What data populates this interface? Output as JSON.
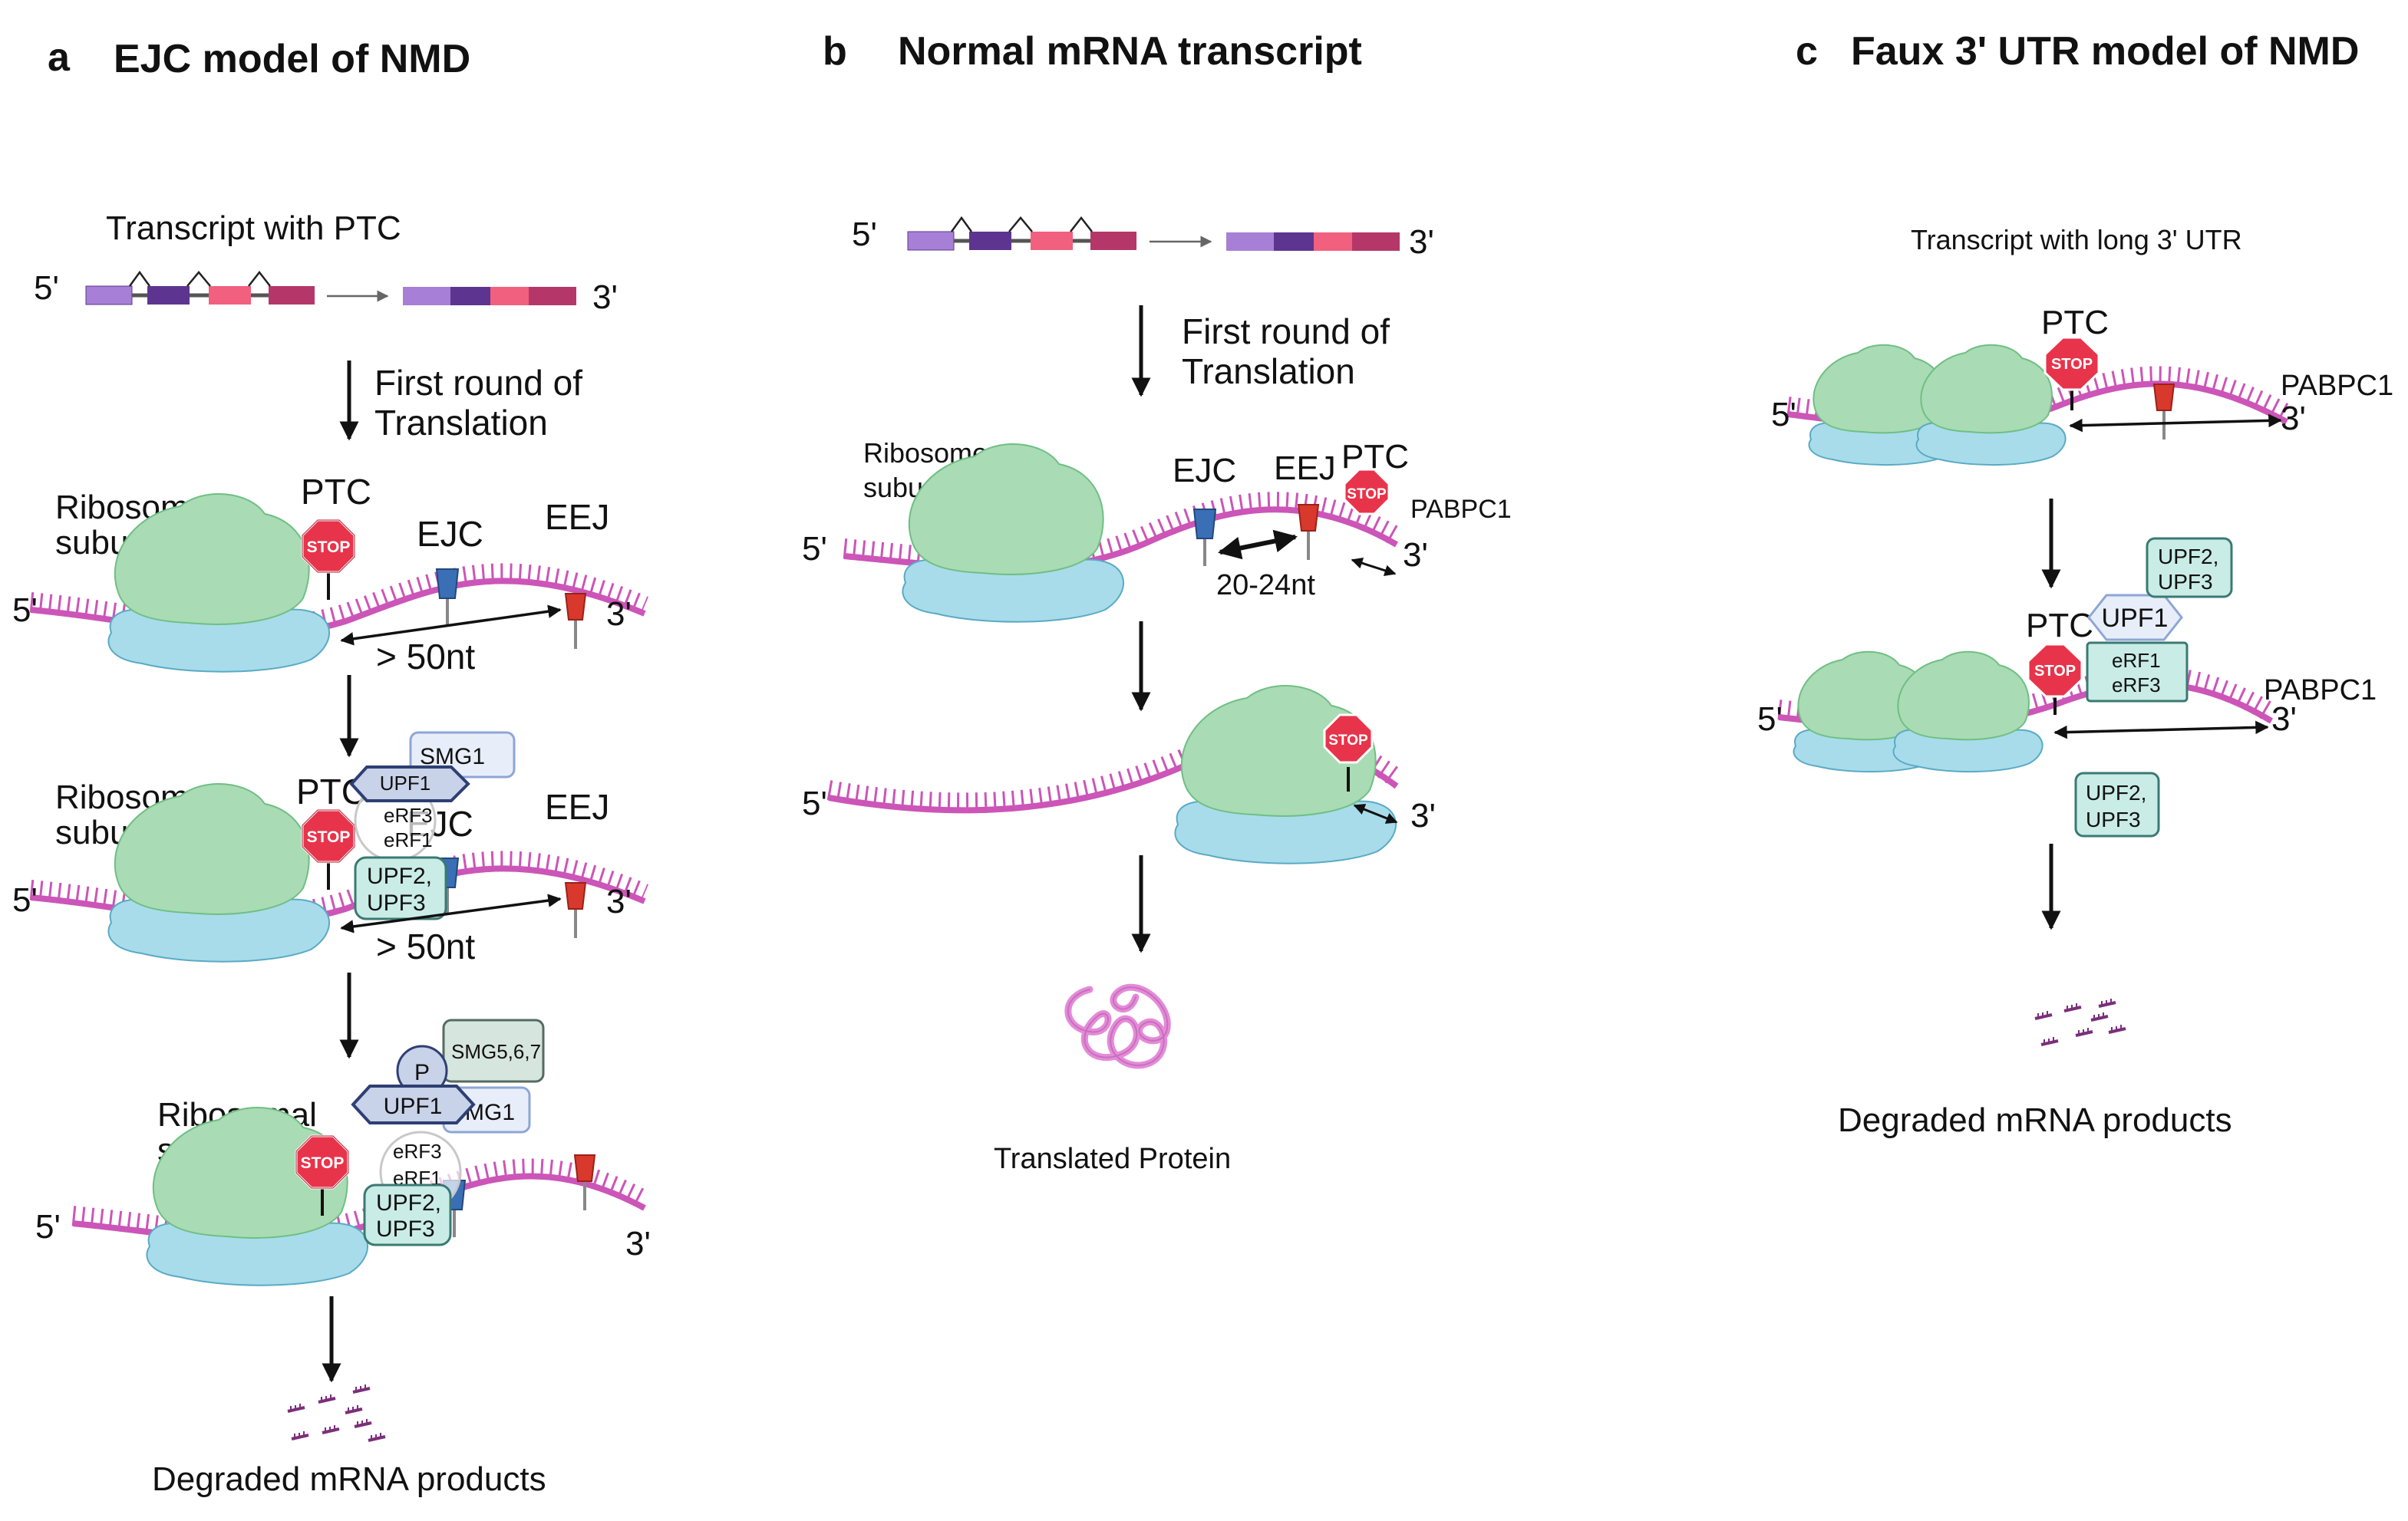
{
  "colors": {
    "mrna": "#cc55b8",
    "ribosome_large": "#a9dbb4",
    "ribosome_small": "#a8dceb",
    "stop": "#e8344b",
    "ejc": "#3a6fb5",
    "eej": "#d8392c",
    "upf1": "#c8d2e8",
    "upf23": "#c9ece6",
    "erf": "#ffffff",
    "smg567": "#d6e5de",
    "protein": "#e58ad9",
    "degraded": "#7a2f7a",
    "exon1": "#a77fd6",
    "exon2": "#5d3590",
    "exon3": "#f1607f",
    "exon4": "#b53769"
  },
  "panel_a": {
    "letter": "a",
    "title": "EJC model of NMD",
    "transcript_label": "Transcript with PTC",
    "five": "5'",
    "three": "3'",
    "step1_line1": "First round of",
    "step1_line2": "Translation",
    "ribosome_line1": "Ribosome",
    "ribosome_line2": "subunits",
    "ptc": "PTC",
    "ejc": "EJC",
    "eej": "EEJ",
    "stop": "STOP",
    "distance": "> 50nt",
    "smg1": "SMG1",
    "upf1": "UPF1",
    "erf3": "eRF3",
    "erf1": "eRF1",
    "upf2_line1": "UPF2,",
    "upf2_line2": "UPF3",
    "smg567": "SMG5,6,7",
    "p": "P",
    "stall_line1": "Ribosomal",
    "stall_line2": "stalling",
    "degraded": "Degraded mRNA products"
  },
  "panel_b": {
    "letter": "b",
    "title": "Normal mRNA transcript",
    "five": "5'",
    "three": "3'",
    "step1_line1": "First round of",
    "step1_line2": "Translation",
    "ribosome_line1": "Ribosome",
    "ribosome_line2": "subunits",
    "ejc": "EJC",
    "eej": "EEJ",
    "ptc": "PTC",
    "stop": "STOP",
    "pabpc1": "PABPC1",
    "distance": "20-24nt",
    "protein": "Translated Protein"
  },
  "panel_c": {
    "letter": "c",
    "title": "Faux 3' UTR model of NMD",
    "transcript_label": "Transcript with long 3' UTR",
    "five": "5'",
    "three": "3'",
    "ptc": "PTC",
    "stop": "STOP",
    "pabpc1": "PABPC1",
    "upf2_line1": "UPF2,",
    "upf2_line2": "UPF3",
    "upf1": "UPF1",
    "erf1": "eRF1",
    "erf3": "eRF3",
    "degraded": "Degraded mRNA products"
  }
}
